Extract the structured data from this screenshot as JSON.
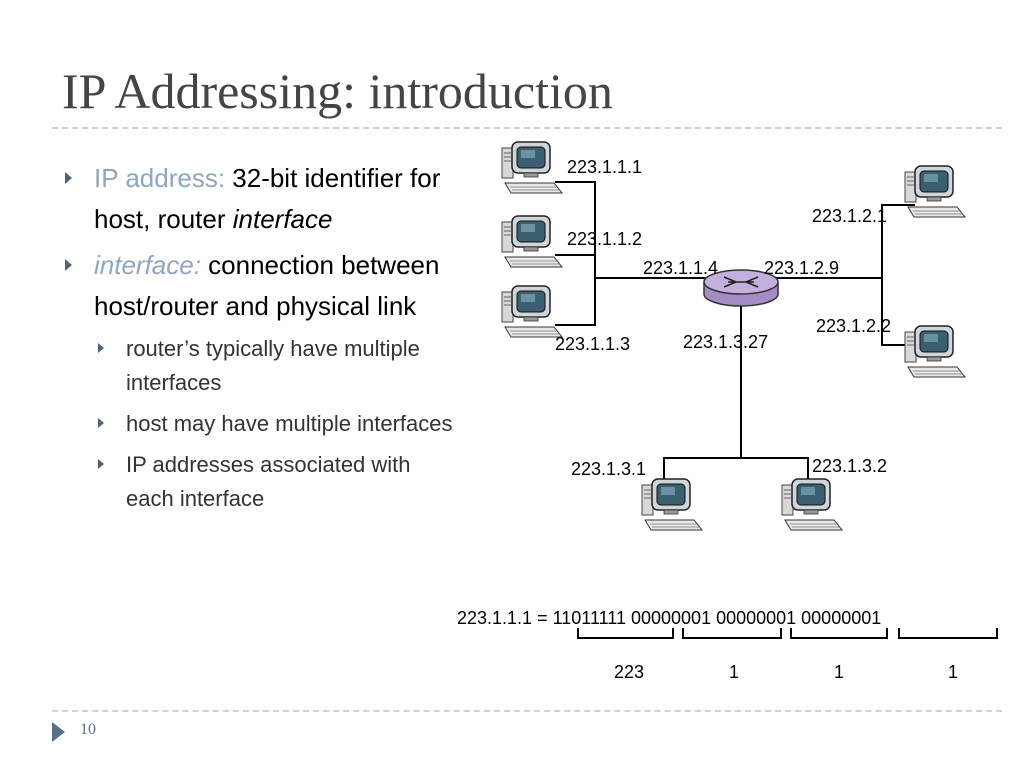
{
  "title": "IP Addressing: introduction",
  "bullets": {
    "b1": {
      "term": "IP address:",
      "rest": " 32-bit identifier for host, router ",
      "italic": "interface"
    },
    "b2": {
      "term": "interface:",
      "rest": " connection between host/router and physical link"
    },
    "sub": [
      "router’s typically have multiple interfaces",
      "host may have multiple interfaces",
      "IP addresses associated with each interface"
    ]
  },
  "diagram": {
    "host_labels": {
      "h1": "223.1.1.1",
      "h2": "223.1.1.2",
      "h3": "223.1.1.3",
      "h4": "223.1.2.1",
      "h5": "223.1.2.2",
      "h6": "223.1.3.1",
      "h7": "223.1.3.2"
    },
    "router_labels": {
      "r1": "223.1.1.4",
      "r2": "223.1.2.9",
      "r3": "223.1.3.27"
    },
    "binary": {
      "equation": "223.1.1.1 = 11011111 00000001 00000001 00000001",
      "octets": [
        "223",
        "1",
        "1",
        "1"
      ]
    }
  },
  "footer": {
    "page": "10"
  },
  "colors": {
    "title": "#444444",
    "accent": "#8ea6c4",
    "router": "#b9a2d6",
    "monitor_screen": "#3a6070",
    "separator": "#c8d3e0"
  }
}
